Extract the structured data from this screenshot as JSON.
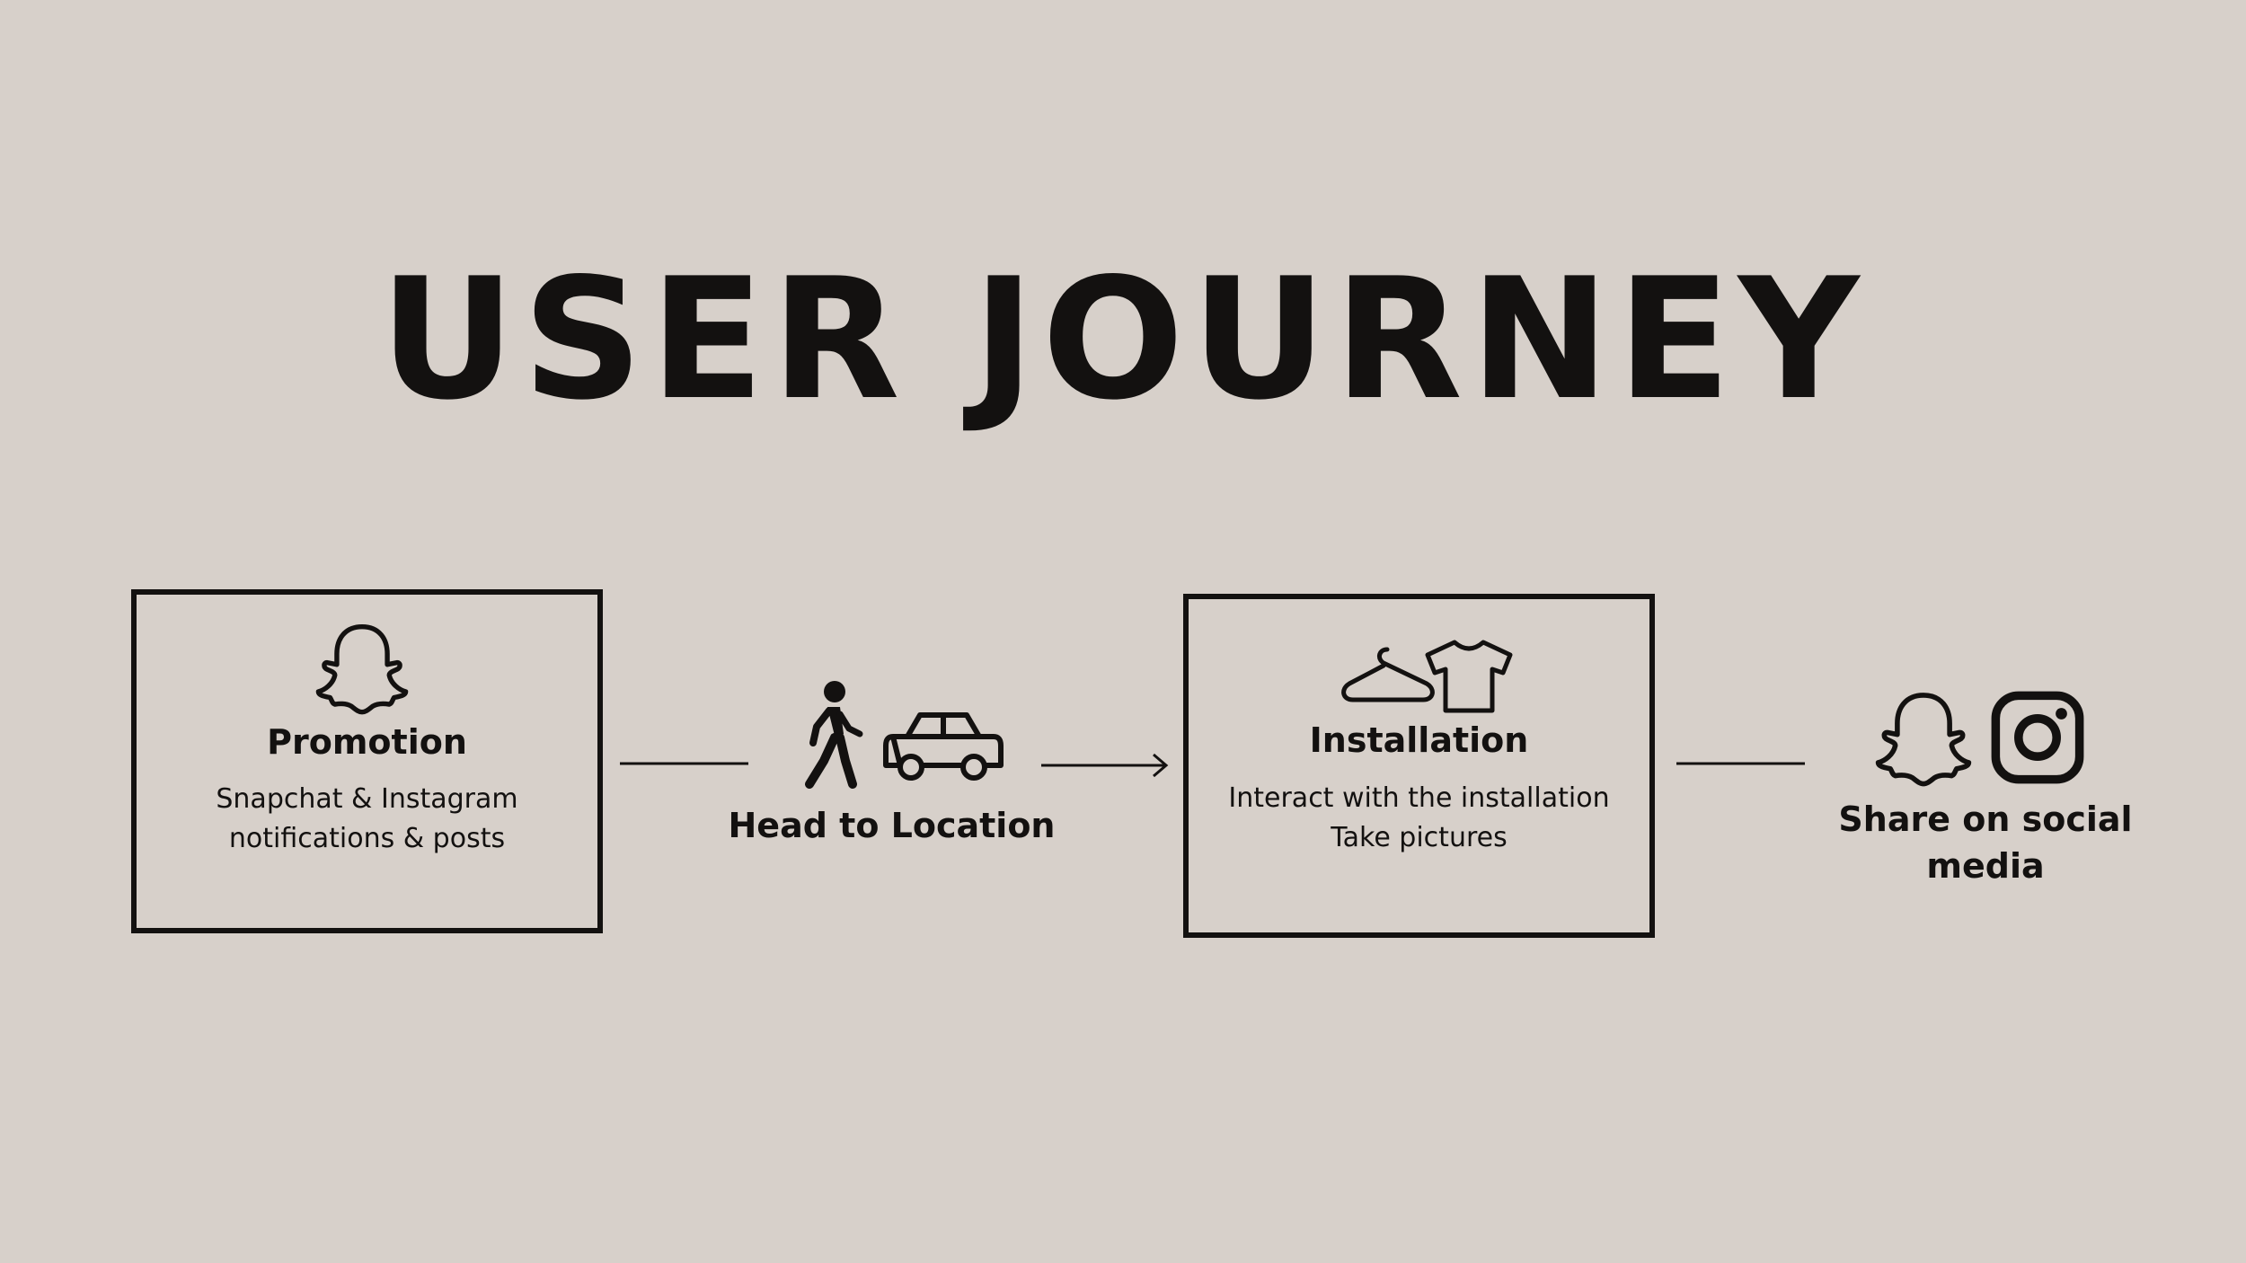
{
  "title": "USER JOURNEY",
  "steps": [
    {
      "title": "Promotion",
      "description": [
        "Snapchat & Instagram",
        "notifications & posts"
      ],
      "icons": [
        "snapchat-ghost-icon"
      ],
      "boxed": true
    },
    {
      "title": "Head to Location",
      "icons": [
        "walking-person-icon",
        "car-icon"
      ],
      "boxed": false
    },
    {
      "title": "Installation",
      "description": [
        "Interact with the installation",
        "Take pictures"
      ],
      "icons": [
        "clothes-hanger-icon",
        "t-shirt-icon"
      ],
      "boxed": true
    },
    {
      "title": "Share on social media",
      "icons": [
        "snapchat-ghost-icon",
        "instagram-icon"
      ],
      "boxed": false
    }
  ],
  "connectors": [
    "line",
    "arrow",
    "line"
  ],
  "colors": {
    "background": "#d7d0ca",
    "ink": "#131110"
  }
}
